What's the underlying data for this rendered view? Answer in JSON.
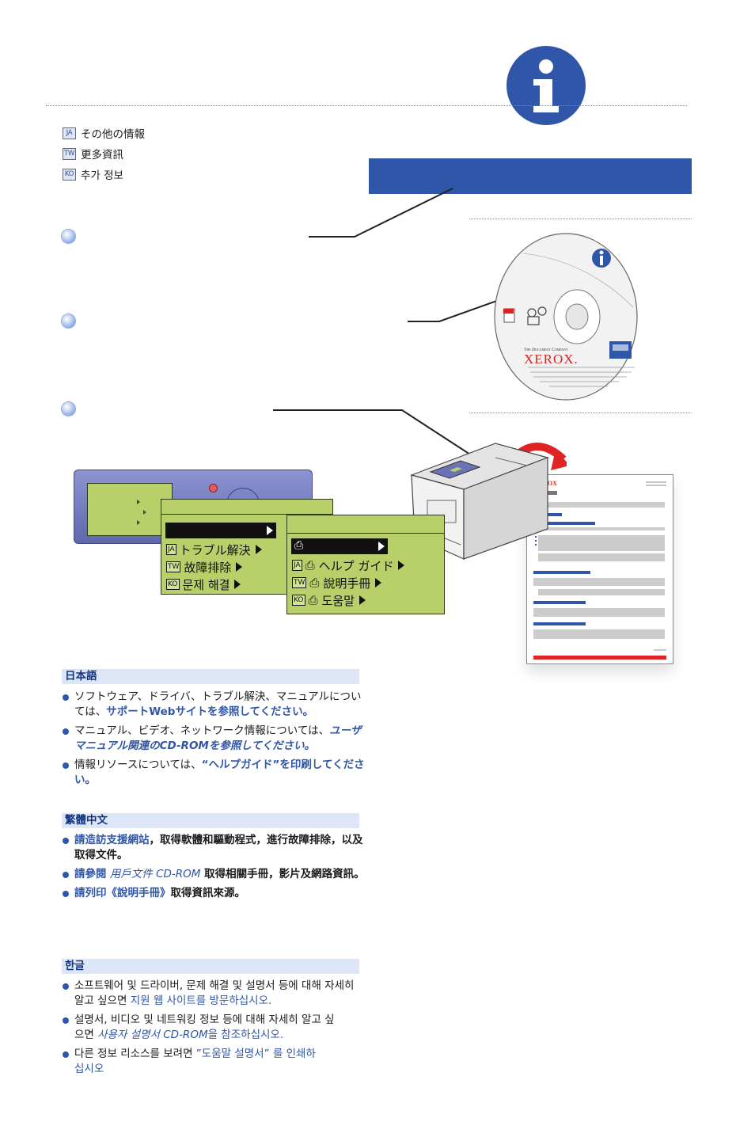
{
  "header": {
    "languages": [
      {
        "code": "JA",
        "title": "その他の情報"
      },
      {
        "code": "TW",
        "title": "更多資訊"
      },
      {
        "code": "KO",
        "title": "추가 정보"
      }
    ]
  },
  "cd": {
    "brand_tagline": "The Document Company",
    "brand_name": "XEROX."
  },
  "sheet": {
    "brand_name": "XEROX"
  },
  "menus": {
    "troubleshoot": [
      {
        "code": "JA",
        "label": "トラブル解決"
      },
      {
        "code": "TW",
        "label": "故障排除"
      },
      {
        "code": "KO",
        "label": "문제 해결"
      }
    ],
    "help_guide": [
      {
        "code": "JA",
        "label": "ヘルプ ガイド"
      },
      {
        "code": "TW",
        "label": "說明手冊"
      },
      {
        "code": "KO",
        "label": "도움말"
      }
    ]
  },
  "sections": {
    "ja": {
      "heading": "日本語",
      "b1_text": "ソフトウェア、ドライバ、トラブル解決、マニュアルについては、",
      "b1_link": "サポートWebサイトを参照してください。",
      "b2_text": "マニュアル、ビデオ、ネットワーク情報については、",
      "b2_link": "ユーザマニュアル関連のCD-ROMを参照してください。",
      "b3_text": "情報リソースについては、",
      "b3_link": "“ヘルプガイド”を印刷してください。"
    },
    "tw": {
      "heading": "繁體中文",
      "b1_link": "請造訪支援網站",
      "b1_text": "，取得軟體和驅動程式，進行故障排除，以及取得文件。",
      "b2_link": "請參閱",
      "b2_link_i": "用戶文件 CD-ROM",
      "b2_text": " 取得相關手冊，影片及網路資訊。",
      "b3_link": "請列印《說明手冊》",
      "b3_text": "取得資訊來源。"
    },
    "ko": {
      "heading": "한글",
      "b1_text": "소프트웨어 및 드라이버, 문제 해결 및 설명서 등에 대해 자세히 알고 싶으면 ",
      "b1_link": "지원 웹 사이트를 방문하십시오.",
      "b2_text": "설명서, 비디오 및 네트워킹 정보 등에 대해 자세히 알고 싶으면 ",
      "b2_link_i": "사용자 설명서 CD-ROM",
      "b2_link": "을 참조하십시오.",
      "b3_text": "다른 정보 리소스를 보려면 ",
      "b3_link": "”도움말 설명서” 를 인쇄하십시오"
    }
  },
  "colors": {
    "primary_blue": "#2f56a8",
    "section_bar": "#dde6f6",
    "lcd_green": "#b8cf6a",
    "panel_purple": "#6a73b8",
    "accent_red": "#e02424"
  }
}
